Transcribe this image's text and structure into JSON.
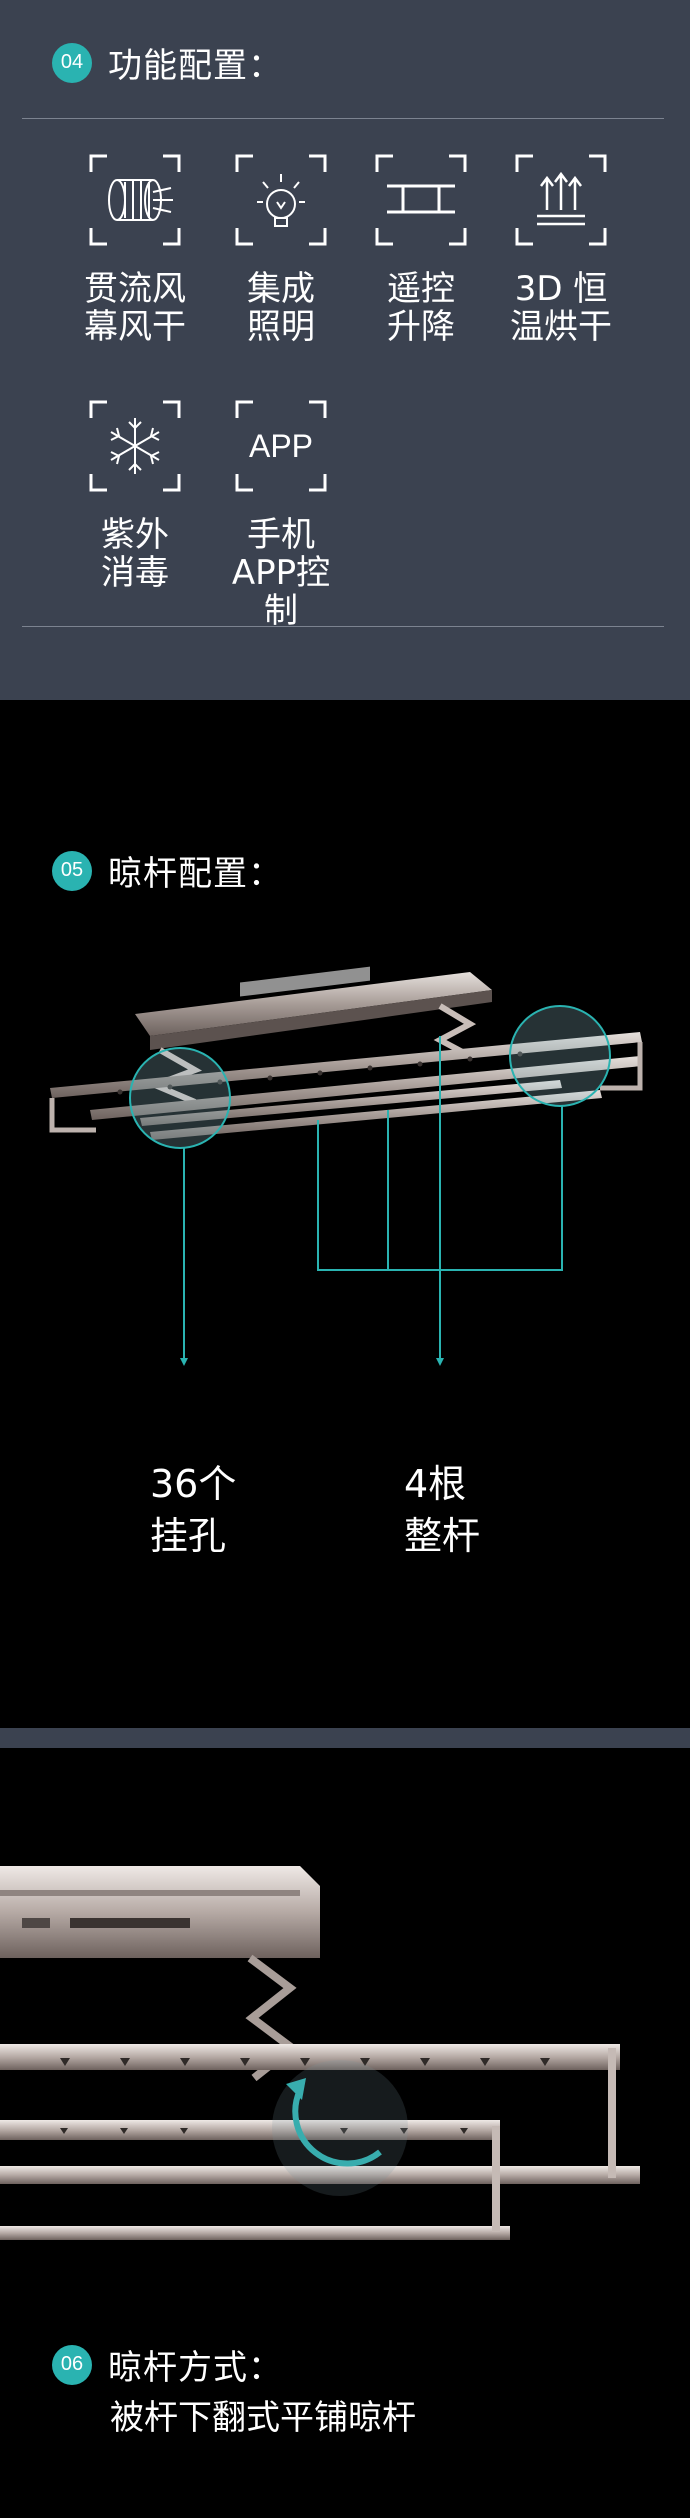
{
  "section_features": {
    "number": "04",
    "title": "功能配置：",
    "features": [
      {
        "icon": "fan-icon",
        "label": "贯流风\n幕风干"
      },
      {
        "icon": "bulb-icon",
        "label": "集成\n照明"
      },
      {
        "icon": "remote-lift-icon",
        "label": "遥控\n升降"
      },
      {
        "icon": "heat-dry-icon",
        "label": "3D 恒\n温烘干"
      },
      {
        "icon": "snowflake-icon",
        "label": "紫外\n消毒"
      },
      {
        "icon": "app-icon",
        "icon_text": "APP",
        "label": "手机\nAPP控制"
      }
    ]
  },
  "section_rods": {
    "number": "05",
    "title": "晾杆配置：",
    "callout_holes": "36个\n挂孔",
    "callout_rods": "4根\n整杆"
  },
  "section_method": {
    "number": "06",
    "title": "晾杆方式：",
    "subtitle": "被杆下翻式平铺晾杆"
  },
  "colors": {
    "panel": "#3b4250",
    "accent": "#2ab3b1",
    "background": "#000000"
  }
}
